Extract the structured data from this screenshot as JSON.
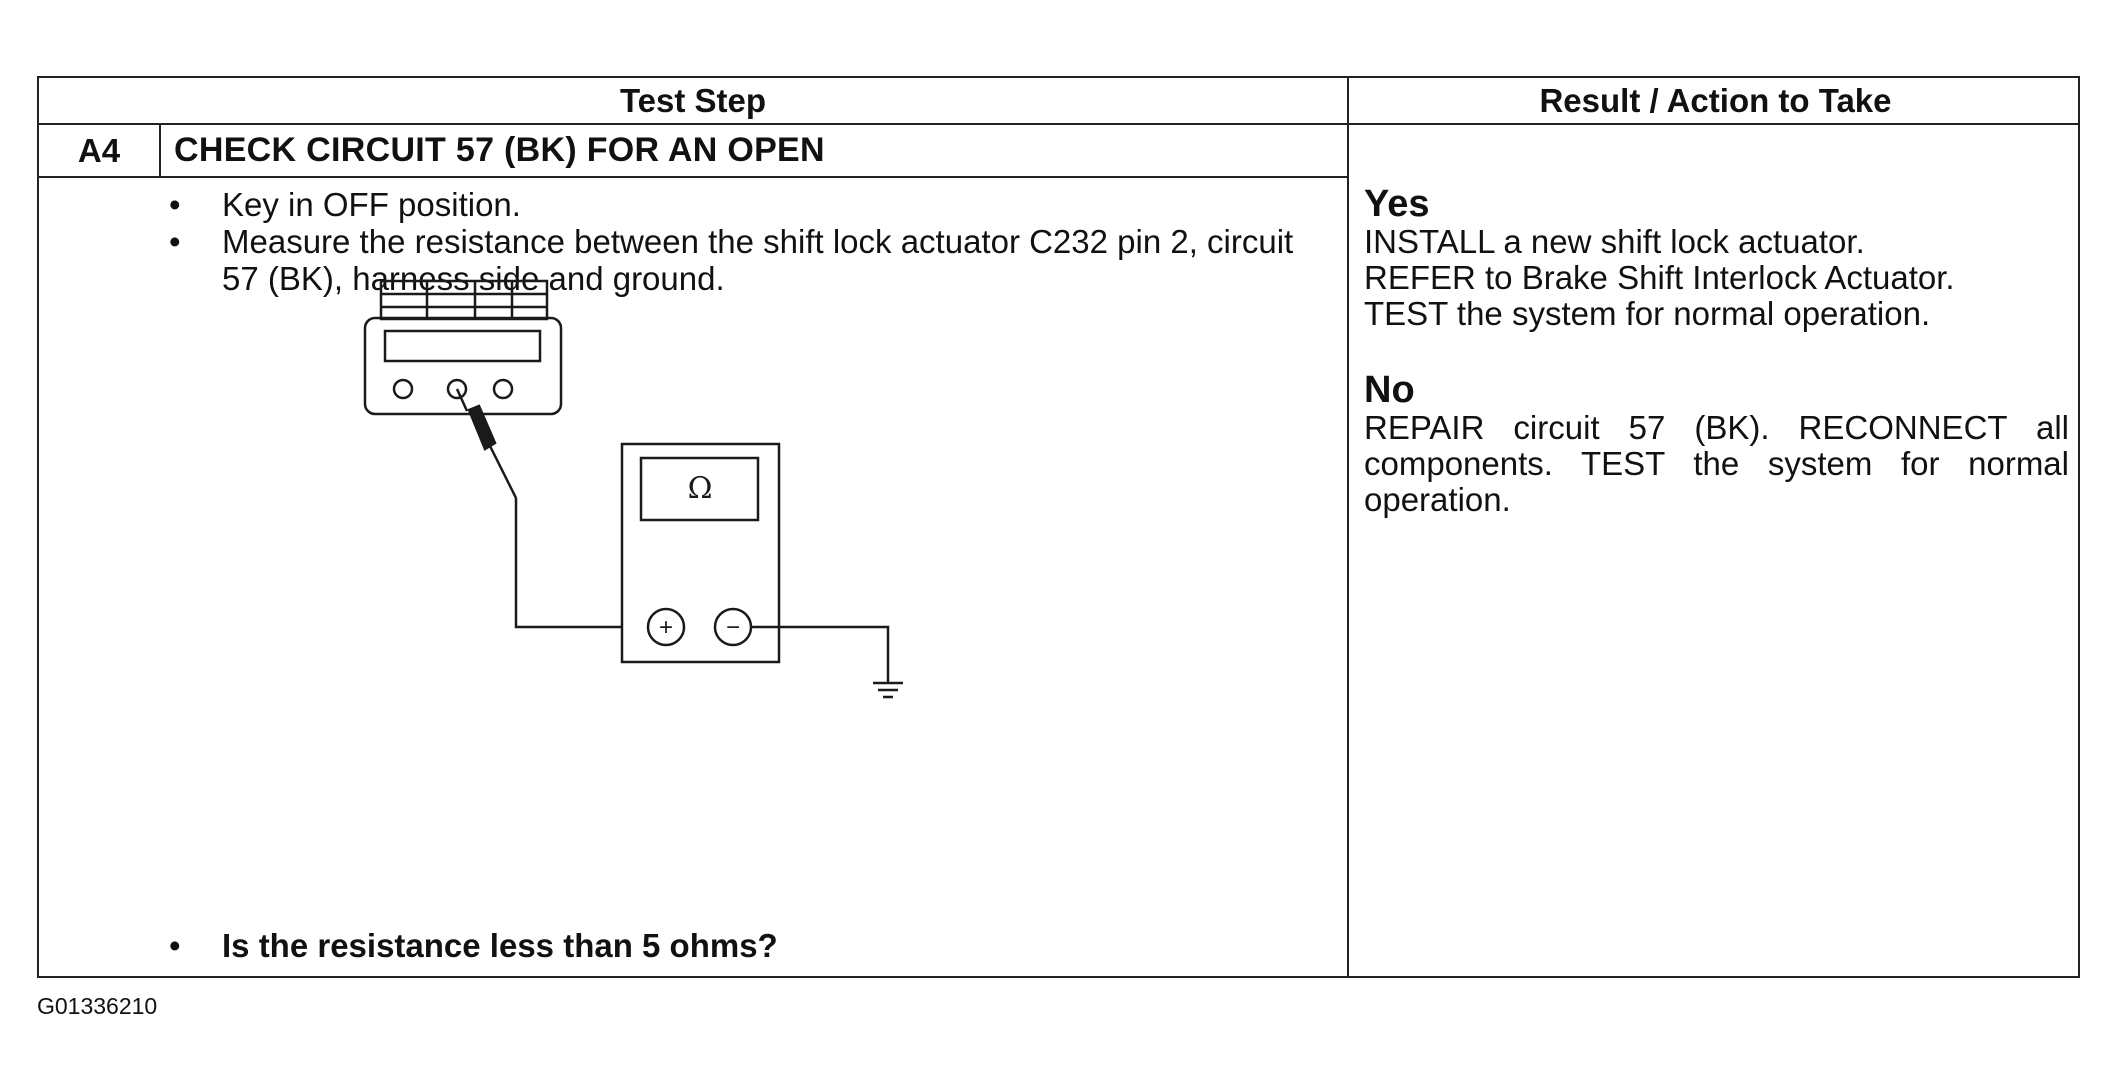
{
  "table": {
    "header_test_step": "Test Step",
    "header_result": "Result / Action to Take",
    "step_id": "A4",
    "step_title": "CHECK CIRCUIT 57 (BK) FOR AN OPEN",
    "bullet_symbol": "•",
    "bullets": [
      "Key in OFF position.",
      "Measure the resistance between the shift lock actuator C232 pin 2, circuit 57 (BK), harness side and ground."
    ],
    "question": "Is the resistance less than 5 ohms?",
    "diagram": {
      "meter_symbol": "Ω",
      "plus_symbol": "+",
      "minus_symbol": "−"
    },
    "results": {
      "yes_label": "Yes",
      "yes_lines": [
        "INSTALL a new shift lock actuator.",
        "REFER to Brake Shift Interlock Actuator.",
        "TEST the system for normal operation."
      ],
      "no_label": "No",
      "no_text": "REPAIR circuit 57 (BK). RECONNECT all components. TEST the system for normal operation."
    }
  },
  "footer_code": "G01336210"
}
